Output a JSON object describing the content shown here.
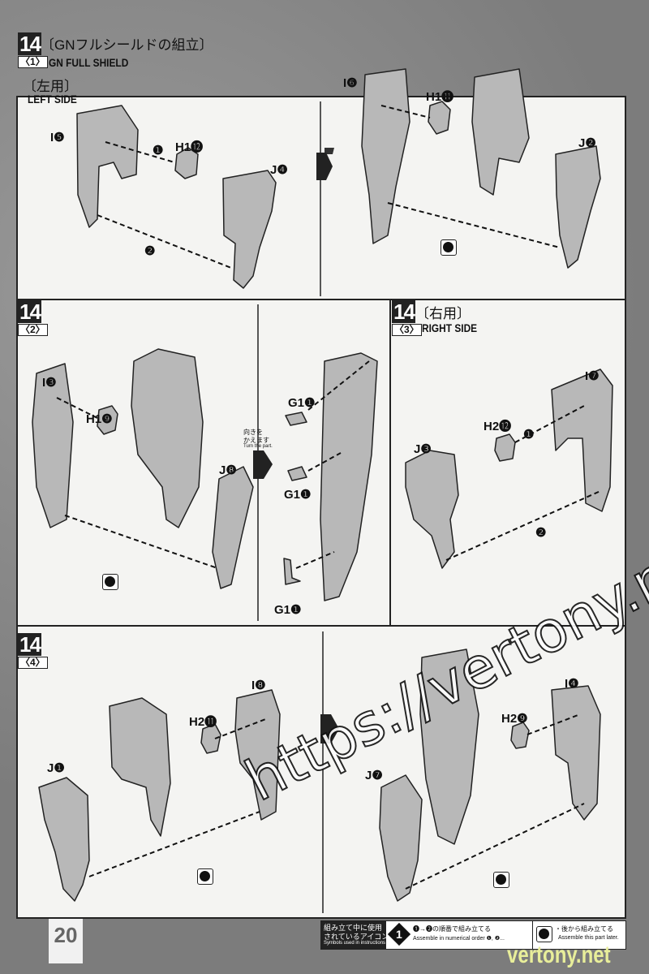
{
  "page_number": "20",
  "step1": {
    "step": "14",
    "sub": "〈1〉",
    "title_jp": "〔GNフルシールドの組立〕",
    "title_en": "GN FULL SHIELD",
    "side_jp": "〔左用〕",
    "side_en": "LEFT SIDE",
    "labels": {
      "i": "I❺",
      "order1": "❶",
      "h": "H1⓬",
      "j": "J❹",
      "order2": "❷",
      "i_b": "I❻",
      "h_b": "H1⓫",
      "j_b": "J❷"
    }
  },
  "step2": {
    "step": "14",
    "sub": "〈2〉",
    "labels": {
      "i": "I❸",
      "h": "H1❾",
      "j": "J❽",
      "g_top": "G1❶",
      "g_mid": "G1❶",
      "g_bot": "G1❶"
    },
    "turn_jp_1": "向きを",
    "turn_jp_2": "かえます",
    "turn_en": "Turn the part."
  },
  "step3": {
    "step": "14",
    "sub": "〈3〉",
    "side_jp": "〔右用〕",
    "side_en": "RIGHT SIDE",
    "labels": {
      "i": "I❼",
      "h": "H2⓬",
      "order1": "❶",
      "j": "J❸",
      "order2": "❷"
    }
  },
  "step4": {
    "step": "14",
    "sub": "〈4〉",
    "labels": {
      "i": "I❽",
      "h": "H2⓫",
      "j": "J❶",
      "i_b": "I❹",
      "h_b": "H2❾",
      "j_b": "J❼"
    }
  },
  "legend": {
    "heading_jp_1": "組み立て中に使用",
    "heading_jp_2": "されているアイコン",
    "heading_en": "Symbols used in instructions",
    "order_icon": "1",
    "order_jp": "❶→❷の順番で組み立てる",
    "order_en": "Assemble in numerical order ❶, ❷...",
    "later_jp": "・後から組み立てる",
    "later_en": "Assemble this part later."
  },
  "watermark": "https://vertony.net/",
  "watermark_logo": "vertony.net"
}
